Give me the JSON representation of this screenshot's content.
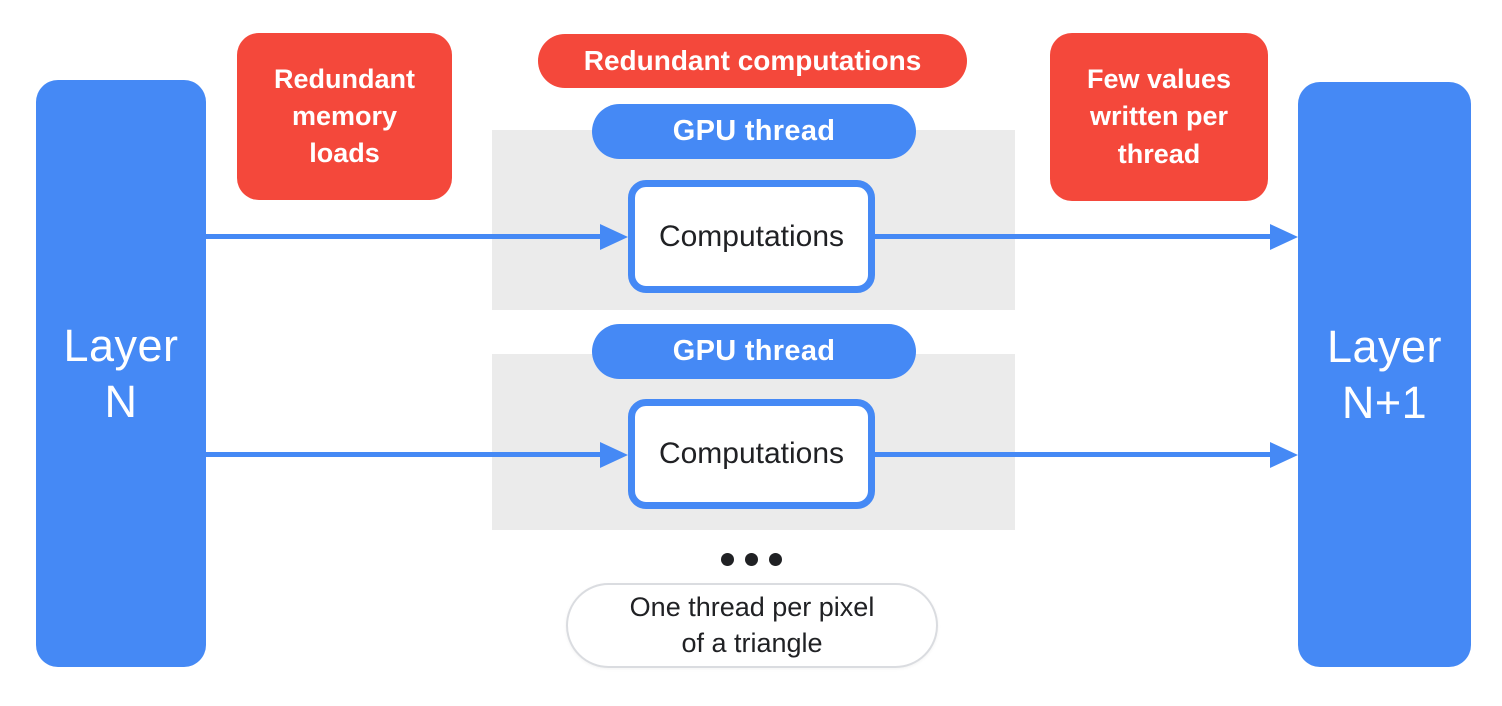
{
  "nodes": {
    "layer_left": "Layer\nN",
    "layer_right": "Layer\nN+1",
    "gpu_thread": "GPU thread",
    "computations": "Computations",
    "footnote": "One thread per pixel\nof a triangle"
  },
  "annotations": {
    "memory": "Redundant\nmemory\nloads",
    "compute": "Redundant computations",
    "writes": "Few values\nwritten per\nthread"
  },
  "colors": {
    "blue": "#4589F5",
    "red": "#F4483B",
    "panel": "#EBEBEB",
    "ink": "#202124",
    "pill_border": "#DADCE0"
  }
}
